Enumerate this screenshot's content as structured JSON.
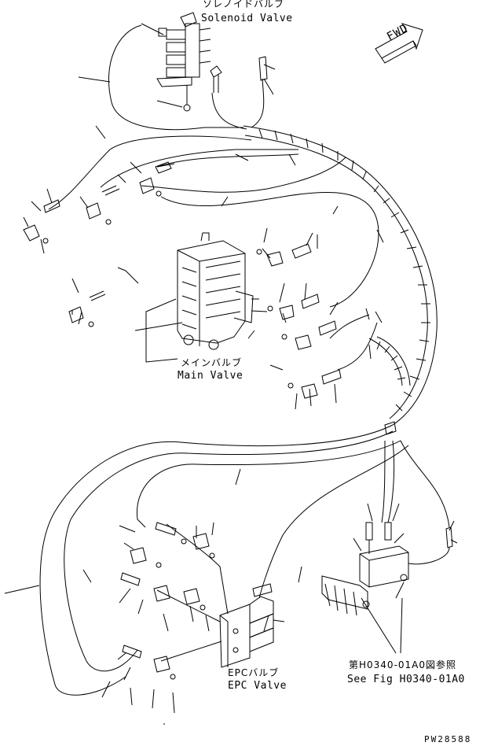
{
  "labels": {
    "solenoid_jp": "ソレノイドバルブ",
    "solenoid_en": "Solenoid Valve",
    "main_jp": "メインバルブ",
    "main_en": "Main Valve",
    "epc_jp": "EPCバルブ",
    "epc_en": "EPC Valve",
    "seefig_jp": "第H0340-01A0図参照",
    "seefig_en": "See Fig H0340-01A0",
    "fwd": "FWD",
    "drawing_no": "PW28588"
  },
  "colors": {
    "line": "#000000",
    "background": "#ffffff"
  }
}
